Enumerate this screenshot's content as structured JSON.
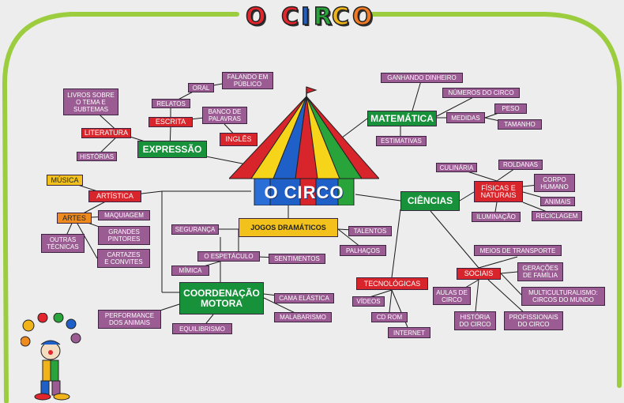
{
  "title": {
    "letters": [
      {
        "char": "O",
        "color": "#e3262e"
      },
      {
        "char": "C",
        "color": "#e3262e"
      },
      {
        "char": "I",
        "color": "#1f5fc8"
      },
      {
        "char": "R",
        "color": "#29a43a"
      },
      {
        "char": "C",
        "color": "#f0b31a"
      },
      {
        "char": "O",
        "color": "#f07a23"
      }
    ]
  },
  "center": {
    "label": "O CIRCO"
  },
  "colors": {
    "purple": "#9a5c93",
    "red": "#d8242b",
    "green": "#17913a",
    "yellow": "#f2c11c",
    "orange": "#ef8a1c",
    "frame": "#9ccd3e"
  },
  "nodes": {
    "expressao": "EXPRESSÃO",
    "literatura": "LITERATURA",
    "livros": "LIVROS SOBRE\nO TEMA E\nSUBTEMAS",
    "historias": "HISTÓRIAS",
    "escrita": "ESCRITA",
    "relatos": "RELATOS",
    "oral": "ORAL",
    "falando": "FALANDO EM\nPÚBLICO",
    "banco": "BANCO DE\nPALAVRAS",
    "ingles": "INGLÊS",
    "musica": "MÚSICA",
    "artistica": "ARTÍSTICA",
    "artes": "ARTES",
    "maquiagem": "MAQUIAGEM",
    "grandes": "GRANDES\nPINTORES",
    "cartazes": "CARTAZES\nE CONVITES",
    "outras": "OUTRAS\nTÉCNICAS",
    "jogos": "JOGOS DRAMÁTICOS",
    "seguranca": "SEGURANÇA",
    "espetaculo": "O ESPETÁCULO",
    "sentimentos": "SENTIMENTOS",
    "mimica": "MÍMICA",
    "talentos": "TALENTOS",
    "palhacos": "PALHAÇOS",
    "coordenacao": "COORDENAÇÃO\nMOTORA",
    "cama": "CAMA ELÁSTICA",
    "malabarismo": "MALABARISMO",
    "performance": "PERFORMANCE\nDOS ANIMAIS",
    "equilibrismo": "EQUILIBRISMO",
    "matematica": "MATEMÁTICA",
    "ganhando": "GANHANDO DINHEIRO",
    "numeros": "NÚMEROS DO CIRCO",
    "medidas": "MEDIDAS",
    "peso": "PESO",
    "tamanho": "TAMANHO",
    "estimativas": "ESTIMATIVAS",
    "ciencias": "CIÊNCIAS",
    "fisicas": "FÍSICAS E\nNATURAIS",
    "culinaria": "CULINÁRIA",
    "roldanas": "ROLDANAS",
    "corpo": "CORPO\nHUMANO",
    "animais": "ANIMAIS",
    "iluminacao": "ILUMINAÇÃO",
    "reciclagem": "RECICLAGEM",
    "tecnologicas": "TECNOLÓGICAS",
    "videos": "VÍDEOS",
    "cdrom": "CD ROM",
    "internet": "INTERNET",
    "sociais": "SOCIAIS",
    "meios": "MEIOS DE TRANSPORTE",
    "geracoes": "GERAÇÕES\nDE FAMÍLIA",
    "multi": "MULTICULTURALISMO:\nCIRCOS DO MUNDO",
    "aulas": "AULAS DE\nCIRCO",
    "historia": "HISTÓRIA\nDO CIRCO",
    "profissionais": "PROFISSIONAIS\nDO CIRCO"
  }
}
